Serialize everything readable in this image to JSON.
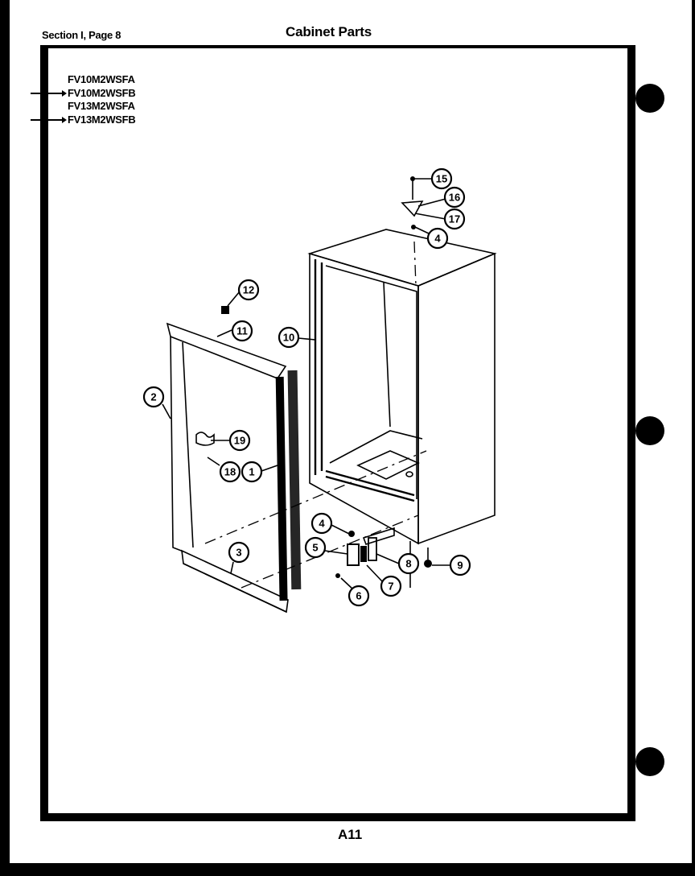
{
  "header": {
    "section": "Section I, Page 8",
    "title": "Cabinet Parts"
  },
  "models": [
    {
      "code": "FV10M2WSFA",
      "arrow": false
    },
    {
      "code": "FV10M2WSFB",
      "arrow": true
    },
    {
      "code": "FV13M2WSFA",
      "arrow": false
    },
    {
      "code": "FV13M2WSFB",
      "arrow": true
    }
  ],
  "callouts": [
    {
      "id": "c15",
      "label": "15"
    },
    {
      "id": "c16",
      "label": "16"
    },
    {
      "id": "c17",
      "label": "17"
    },
    {
      "id": "c4a",
      "label": "4"
    },
    {
      "id": "c12",
      "label": "12"
    },
    {
      "id": "c11",
      "label": "11"
    },
    {
      "id": "c10",
      "label": "10"
    },
    {
      "id": "c2",
      "label": "2"
    },
    {
      "id": "c19",
      "label": "19"
    },
    {
      "id": "c18",
      "label": "18"
    },
    {
      "id": "c1",
      "label": "1"
    },
    {
      "id": "c4b",
      "label": "4"
    },
    {
      "id": "c5",
      "label": "5"
    },
    {
      "id": "c3",
      "label": "3"
    },
    {
      "id": "c8",
      "label": "8"
    },
    {
      "id": "c9",
      "label": "9"
    },
    {
      "id": "c7",
      "label": "7"
    },
    {
      "id": "c6",
      "label": "6"
    }
  ],
  "footer": {
    "page_number": "A11"
  }
}
